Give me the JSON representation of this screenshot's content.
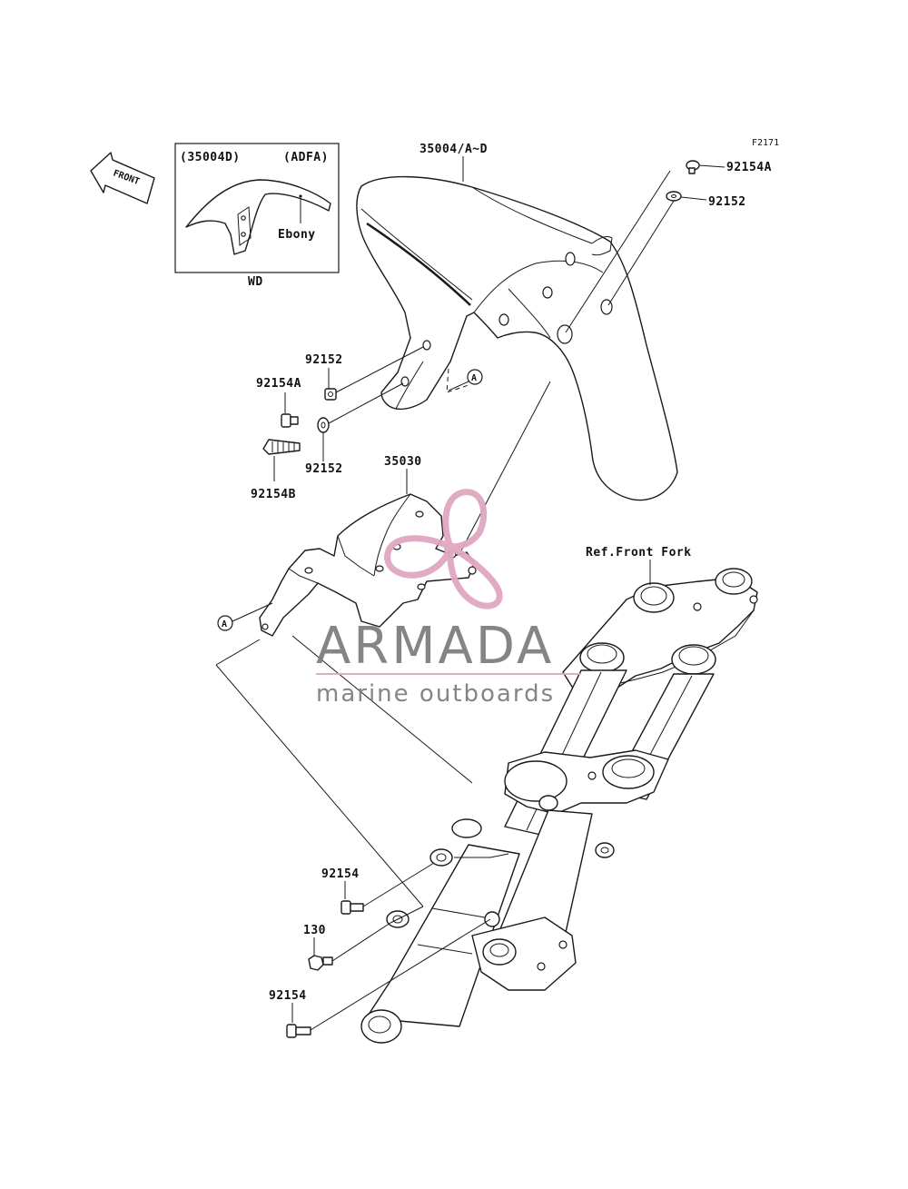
{
  "figure_code": "F2171",
  "front_arrow": "FRONT",
  "inset": {
    "left_code": "(35004D)",
    "right_code": "(ADFA)",
    "color_label": "Ebony",
    "caption": "WD"
  },
  "parts": {
    "fender": "35004/A~D",
    "bolt_top": "92154A",
    "washer_top": "92152",
    "washer_left_upper": "92152",
    "bolt_left": "92154A",
    "washer_left_lower": "92152",
    "bolt_long": "92154B",
    "bracket": "35030",
    "front_fork_ref": "Ref.Front Fork",
    "bolt_lower_1": "92154",
    "bolt_130": "130",
    "bolt_lower_2": "92154"
  },
  "callout_a": "A",
  "watermark": {
    "brand": "ARMADA",
    "tagline": "marine outboards",
    "accent_color": "#e0a7c0",
    "text_color": "#7f7f7f"
  }
}
